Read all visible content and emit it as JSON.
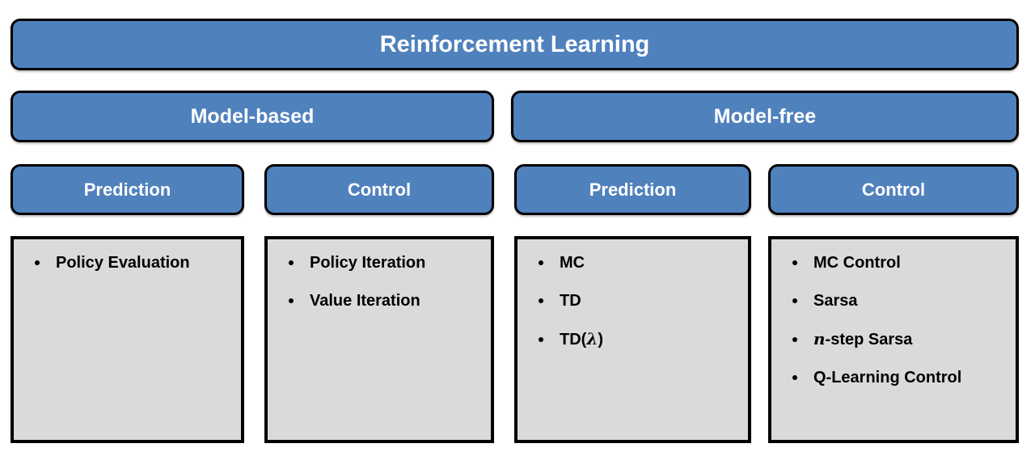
{
  "diagram": {
    "title": "Reinforcement Learning",
    "branches": [
      {
        "label": "Model-based"
      },
      {
        "label": "Model-free"
      }
    ],
    "columns": [
      {
        "header": "Prediction",
        "parent": "Model-based",
        "items": [
          [
            {
              "t": "Policy Evaluation"
            }
          ]
        ]
      },
      {
        "header": "Control",
        "parent": "Model-based",
        "items": [
          [
            {
              "t": "Policy Iteration"
            }
          ],
          [
            {
              "t": "Value Iteration"
            }
          ]
        ]
      },
      {
        "header": "Prediction",
        "parent": "Model-free",
        "items": [
          [
            {
              "t": "MC"
            }
          ],
          [
            {
              "t": "TD"
            }
          ],
          [
            {
              "t": "TD("
            },
            {
              "t": "λ",
              "i": true
            },
            {
              "t": ")"
            }
          ]
        ]
      },
      {
        "header": "Control",
        "parent": "Model-free",
        "items": [
          [
            {
              "t": "MC Control"
            }
          ],
          [
            {
              "t": "Sarsa"
            }
          ],
          [
            {
              "t": "n",
              "i": true
            },
            {
              "t": "-step Sarsa"
            }
          ],
          [
            {
              "t": "Q-Learning Control"
            }
          ]
        ]
      }
    ],
    "colors": {
      "node_fill": "#4F81BD",
      "node_text": "#FFFFFF",
      "panel_fill": "#DADADA",
      "panel_text": "#000000",
      "border": "#000000",
      "background": "#FFFFFF"
    }
  }
}
